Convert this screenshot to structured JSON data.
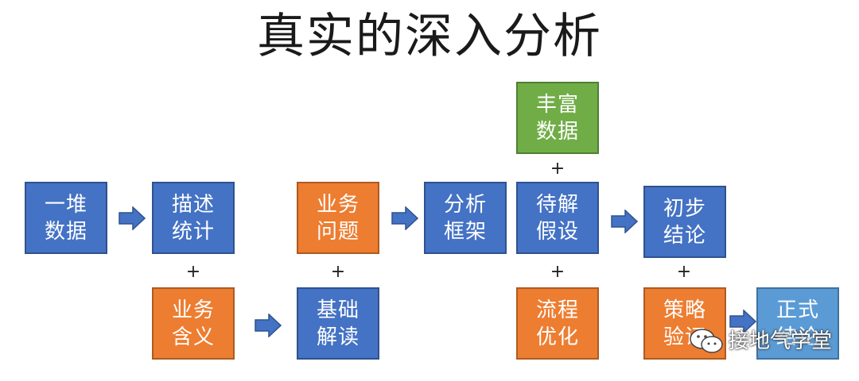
{
  "title": "真实的深入分析",
  "boxes": {
    "raw_data": "一堆\n数据",
    "describe_stats": "描述\n统计",
    "business_meaning": "业务\n含义",
    "business_question": "业务\n问题",
    "basic_interpretation": "基础\n解读",
    "analysis_framework": "分析\n框架",
    "rich_data": "丰富\n数据",
    "hypothesis": "待解\n假设",
    "process_optimization": "流程\n优化",
    "preliminary_conclusion": "初步\n结论",
    "strategy_validation": "策略\n验证",
    "formal_conclusion": "正式\n结论"
  },
  "plus_sign": "+",
  "watermark": "接地气学堂",
  "colors": {
    "blue": "#4472c4",
    "orange": "#ed7d31",
    "green": "#70ad47",
    "light_blue": "#5b9bd5"
  }
}
